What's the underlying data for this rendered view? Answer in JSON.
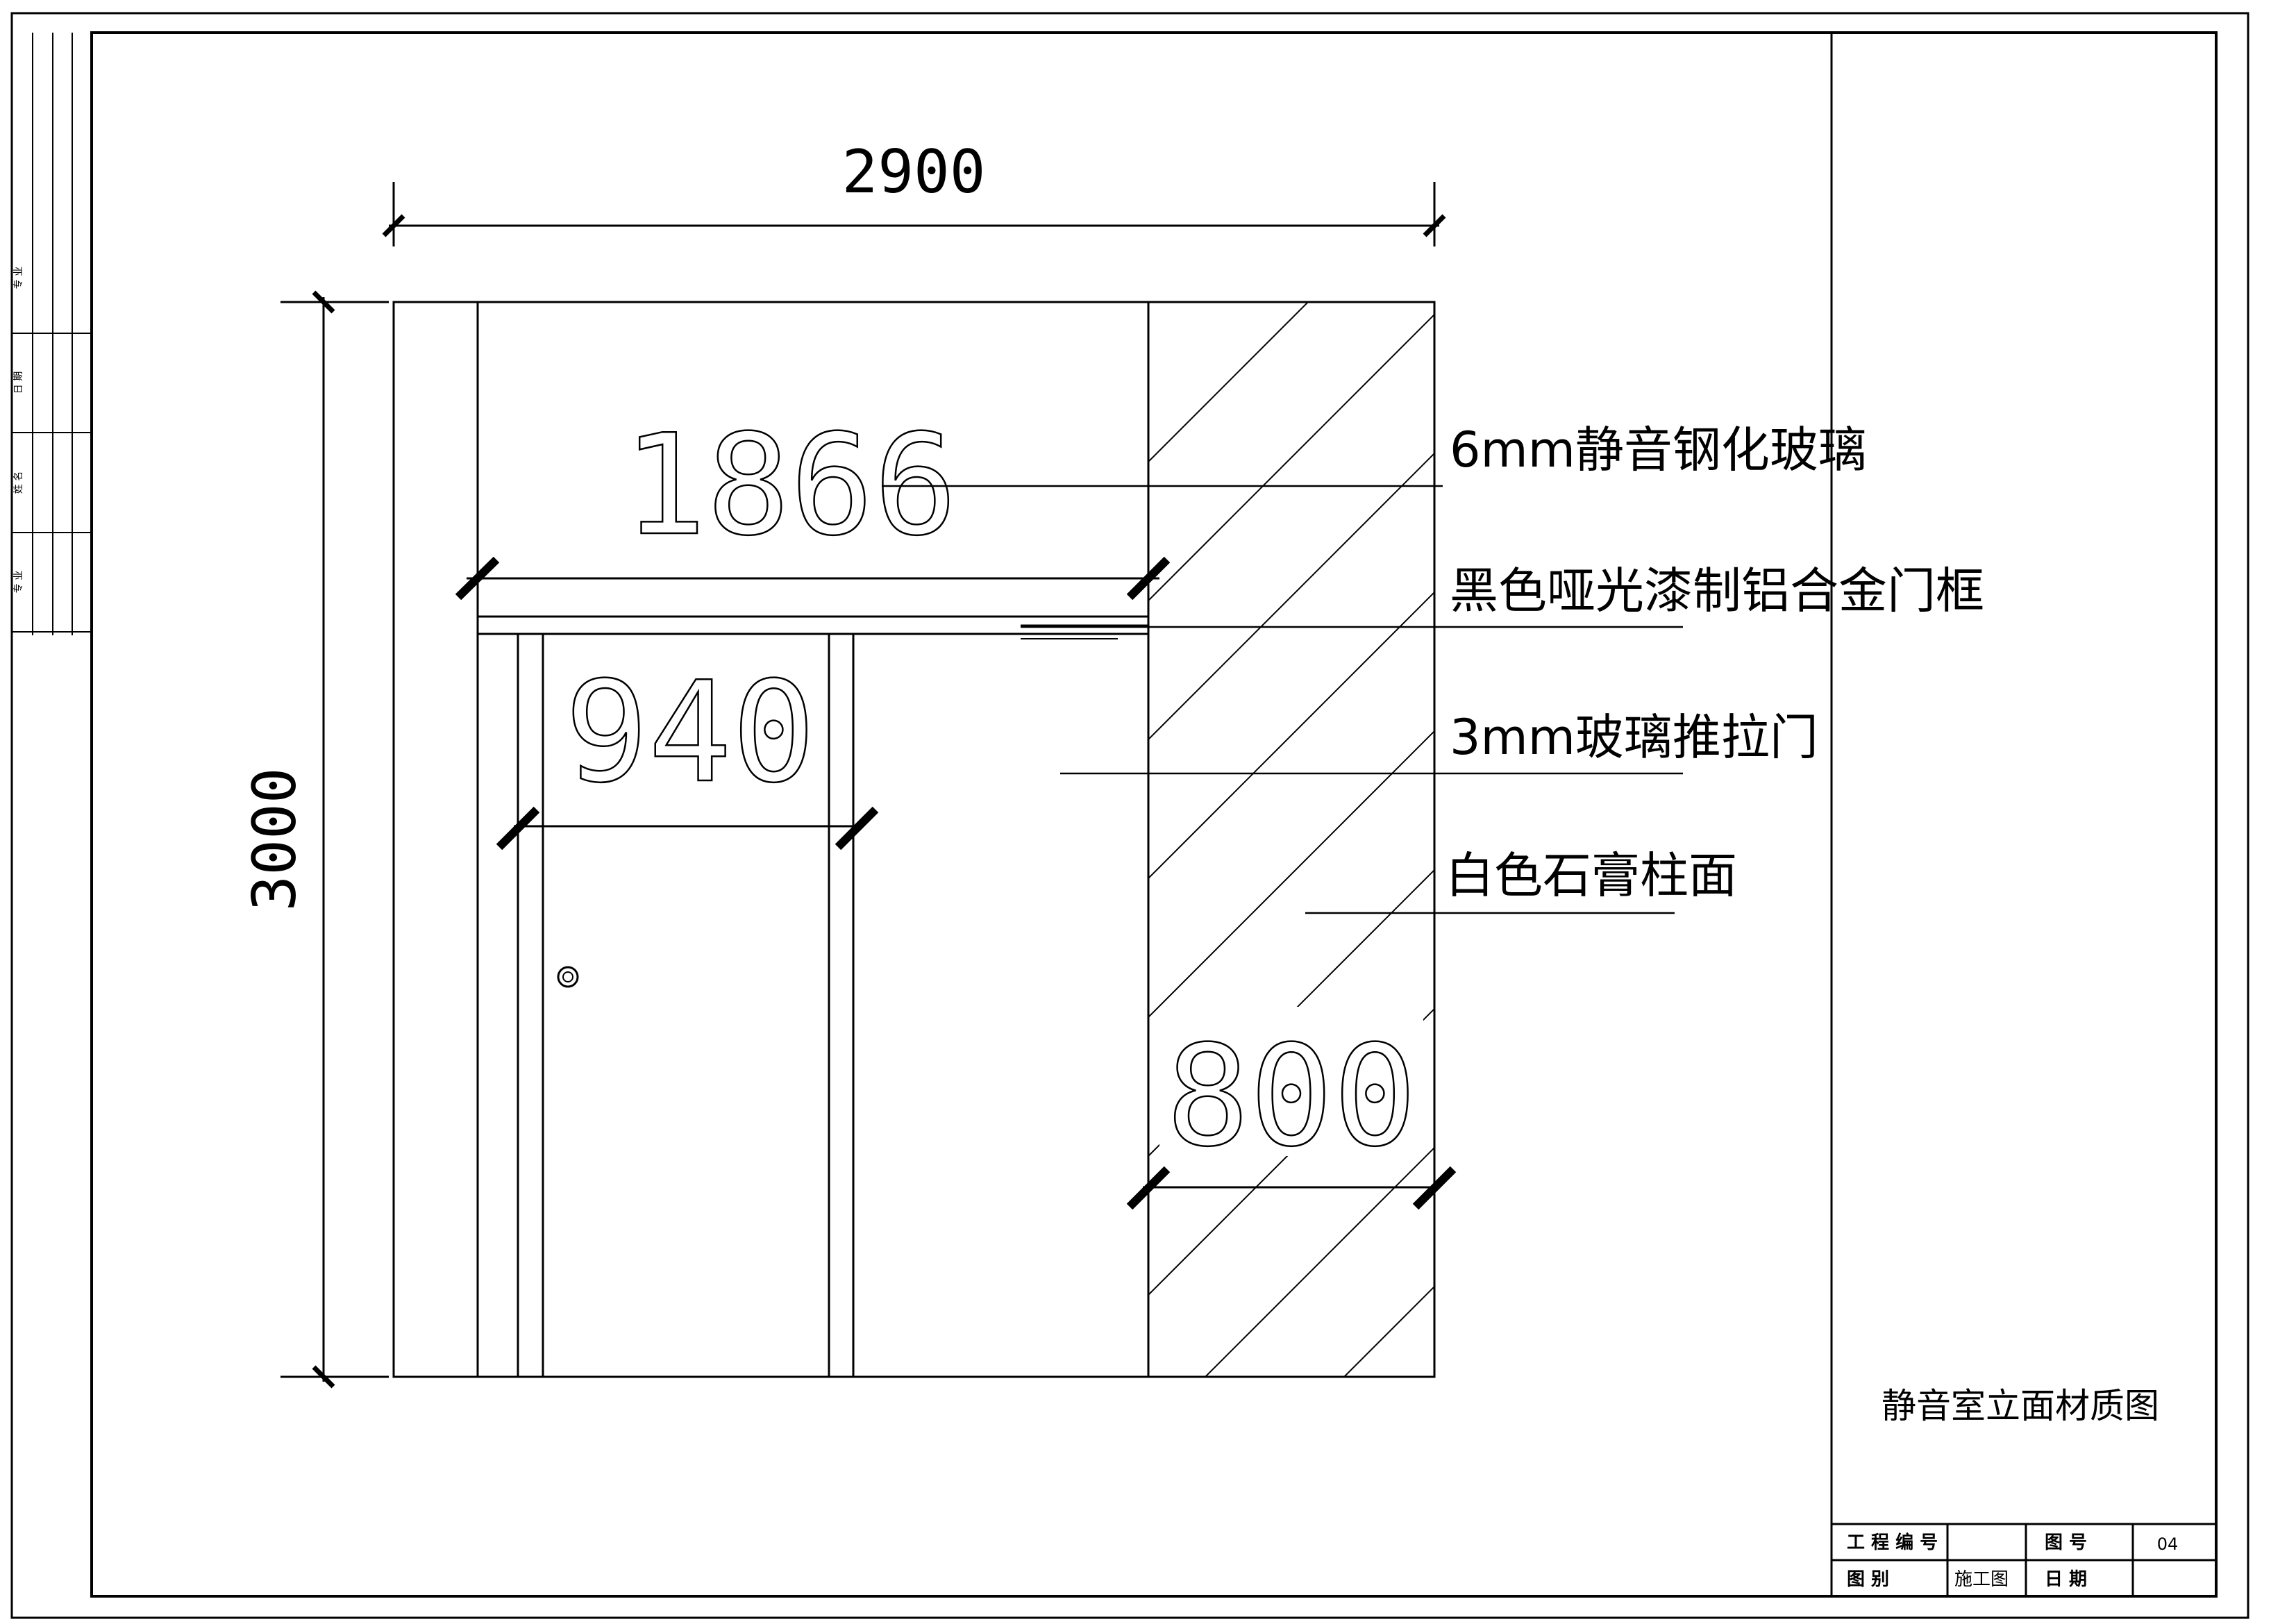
{
  "drawing": {
    "dimensions": {
      "overall_width": "2900",
      "overall_height": "3000",
      "glass_width": "1866",
      "door_width": "940",
      "column_width": "800"
    },
    "callouts": [
      {
        "label": "6mm静音钢化玻璃"
      },
      {
        "label": "黑色哑光漆制铝合金门框"
      },
      {
        "label": "3mm玻璃推拉门"
      },
      {
        "label": "白色石膏柱面"
      }
    ],
    "title": "静音室立面材质图"
  },
  "title_block": {
    "project_no_label": "工 程 编 号",
    "project_no_value": "",
    "drawing_no_label": "图    号",
    "drawing_no_value": "04",
    "category_label": "图    别",
    "category_value": "施工图",
    "date_label": "日    期",
    "date_value": ""
  },
  "side_strip": {
    "labels": [
      "专 业",
      "日 期",
      "姓 名",
      "专 业"
    ]
  }
}
